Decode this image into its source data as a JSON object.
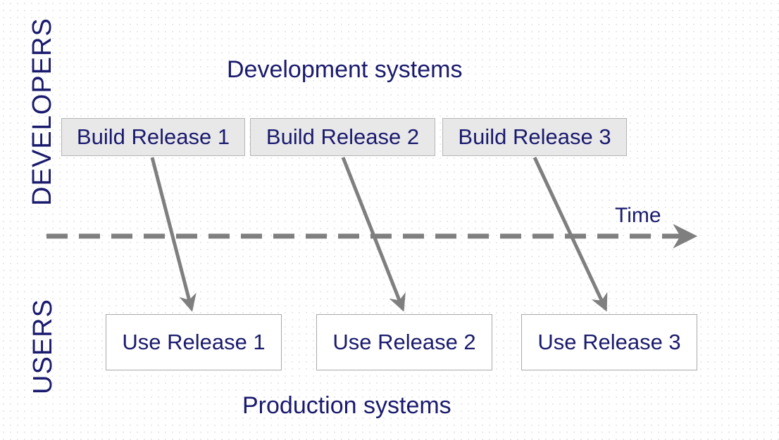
{
  "lanes": {
    "developers": "DEVELOPERS",
    "users": "USERS"
  },
  "titles": {
    "development": "Development systems",
    "production": "Production systems"
  },
  "timeline": {
    "label": "Time"
  },
  "builds": [
    {
      "label": "Build Release 1"
    },
    {
      "label": "Build Release 2"
    },
    {
      "label": "Build Release 3"
    }
  ],
  "uses": [
    {
      "label": "Use Release 1"
    },
    {
      "label": "Use Release 2"
    },
    {
      "label": "Use Release 3"
    }
  ],
  "colors": {
    "text": "#1a1a6e",
    "arrow": "#7f7f7f",
    "build_fill": "#e8e8e8"
  }
}
